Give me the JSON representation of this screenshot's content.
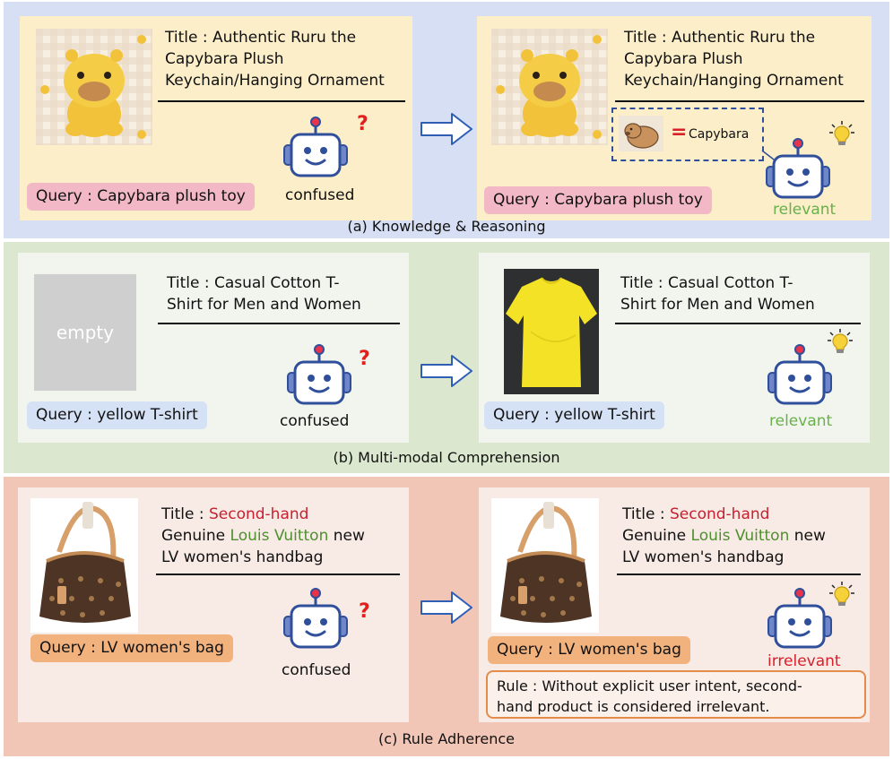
{
  "colors": {
    "section_a_bg": "#d6dff3",
    "section_b_bg": "#dbe7cf",
    "section_c_bg": "#f2c6b7",
    "relevant": "#6ab04c",
    "irrelevant": "#d8202b",
    "robot_stroke": "#2f4f9a",
    "robot_face": "#ffffff"
  },
  "sections": {
    "a": {
      "caption": "(a)  Knowledge & Reasoning",
      "left": {
        "title_lines": [
          "Title : Authentic Ruru the",
          "Capybara Plush",
          "Keychain/Hanging Ornament"
        ],
        "query": "Query : Capybara plush toy",
        "status": "confused"
      },
      "right": {
        "title_lines": [
          "Title : Authentic Ruru the",
          "Capybara Plush",
          "Keychain/Hanging Ornament"
        ],
        "knowledge_equation": "Capybara",
        "query": "Query : Capybara plush toy",
        "status": "relevant"
      }
    },
    "b": {
      "caption": "(b) Multi-modal Comprehension",
      "left": {
        "image_placeholder": "empty",
        "title_lines": [
          "Title : Casual Cotton T-",
          "Shirt for Men and Women"
        ],
        "query": "Query : yellow T-shirt",
        "status": "confused"
      },
      "right": {
        "title_lines": [
          "Title : Casual Cotton T-",
          "Shirt for Men and Women"
        ],
        "query": "Query : yellow T-shirt",
        "status": "relevant"
      }
    },
    "c": {
      "caption": "(c) Rule Adherence",
      "left": {
        "title_prefix": "Title : ",
        "title_red": "Second-hand",
        "line2_prefix": "Genuine ",
        "line2_green": "Louis Vuitton",
        "line2_suffix": " new",
        "line3": "LV women's handbag",
        "query": "Query : LV women's bag",
        "status": "confused"
      },
      "right": {
        "title_prefix": "Title : ",
        "title_red": "Second-hand",
        "line2_prefix": "Genuine ",
        "line2_green": "Louis Vuitton",
        "line2_suffix": " new",
        "line3": "LV women's handbag",
        "query": "Query : LV women's bag",
        "status": "irrelevant",
        "rule_lines": [
          "Rule : Without explicit user intent, second-",
          "hand product is considered irrelevant."
        ]
      }
    }
  }
}
